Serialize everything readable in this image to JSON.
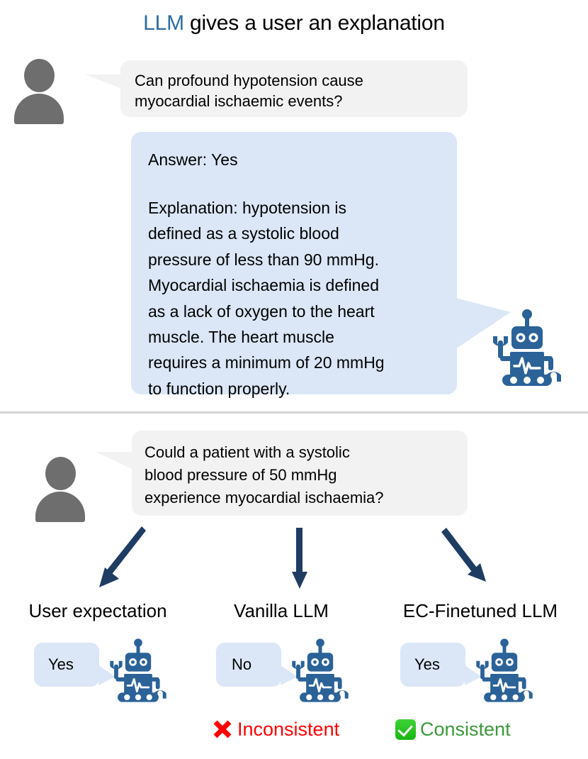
{
  "title": {
    "highlight": "LLM",
    "rest": " gives a user an explanation"
  },
  "colors": {
    "accent_blue": "#2e6da4",
    "robot_blue": "#2b6298",
    "bubble_blue": "#dbe7f6",
    "bubble_gray": "#f2f2f2",
    "avatar_gray": "#6e6e6e",
    "arrow_navy": "#1f3d63",
    "error_red": "#ff0000",
    "success_green": "#3a9a3a",
    "check_green": "#22c01f",
    "divider_gray": "#d4d4d4"
  },
  "top_section": {
    "user_avatar_name": "user-avatar",
    "user_question": "Can profound hypotension cause\nmyocardial ischaemic events?",
    "llm_answer_label": "Answer: Yes",
    "llm_explanation": "Explanation: hypotension is\ndefined as a systolic blood\npressure of less than 90 mmHg.\nMyocardial ischaemia is defined\nas a lack of oxygen to the heart\nmuscle. The heart muscle\nrequires a minimum of 20 mmHg\nto function properly."
  },
  "bottom_section": {
    "user_question": "Could a patient with a systolic\nblood pressure of 50 mmHg\nexperience myocardial ischaemia?",
    "columns": [
      {
        "label": "User expectation",
        "answer": "Yes",
        "verdict": "",
        "verdict_icon": ""
      },
      {
        "label": "Vanilla LLM",
        "answer": "No",
        "verdict": "Inconsistent",
        "verdict_icon": "cross-mark-icon"
      },
      {
        "label": "EC-Finetuned LLM",
        "answer": "Yes",
        "verdict": "Consistent",
        "verdict_icon": "check-mark-icon"
      }
    ]
  }
}
